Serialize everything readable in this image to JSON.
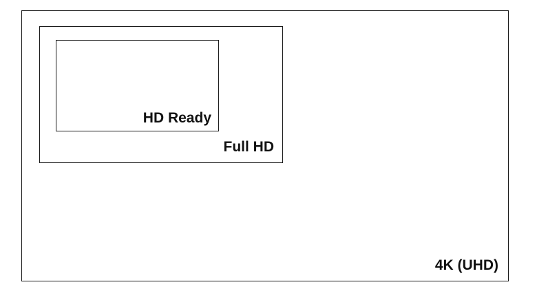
{
  "diagram": {
    "resolutions": [
      {
        "label": "4K (UHD)"
      },
      {
        "label": "Full HD"
      },
      {
        "label": "HD Ready"
      }
    ]
  }
}
